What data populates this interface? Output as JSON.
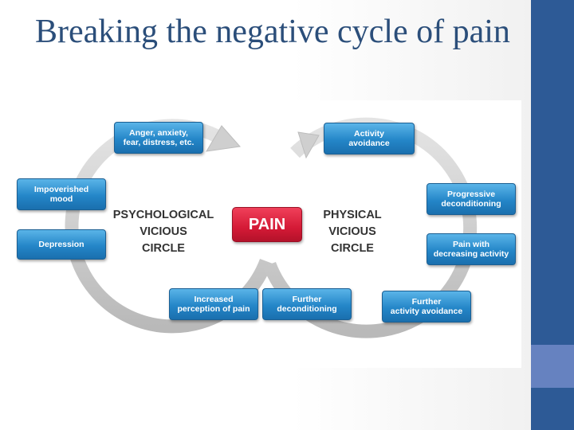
{
  "slide": {
    "title": "Breaking the negative cycle of pain"
  },
  "diagram": {
    "center": "PAIN",
    "left_circle": {
      "label_lines": [
        "PSYCHOLOGICAL",
        "VICIOUS",
        "CIRCLE"
      ],
      "boxes": {
        "anger": [
          "Anger, anxiety,",
          "fear, distress, etc."
        ],
        "impoverished": [
          "Impoverished",
          "mood"
        ],
        "depression": [
          "Depression"
        ],
        "increased": [
          "Increased",
          "perception of pain"
        ]
      }
    },
    "right_circle": {
      "label_lines": [
        "PHYSICAL",
        "VICIOUS",
        "CIRCLE"
      ],
      "boxes": {
        "activity": [
          "Activity",
          "avoidance"
        ],
        "progressive": [
          "Progressive",
          "deconditioning"
        ],
        "pain_with": [
          "Pain with",
          "decreasing activity"
        ],
        "further_activity": [
          "Further",
          "activity avoidance"
        ],
        "further_decond": [
          "Further",
          "deconditioning"
        ]
      }
    },
    "colors": {
      "box_blue": "#2486c8",
      "pain_red": "#d41a36",
      "arrow_gray": "#c8c8c8",
      "title_blue": "#2b4e7a",
      "sidebar_blue": "#2d5a96"
    }
  }
}
